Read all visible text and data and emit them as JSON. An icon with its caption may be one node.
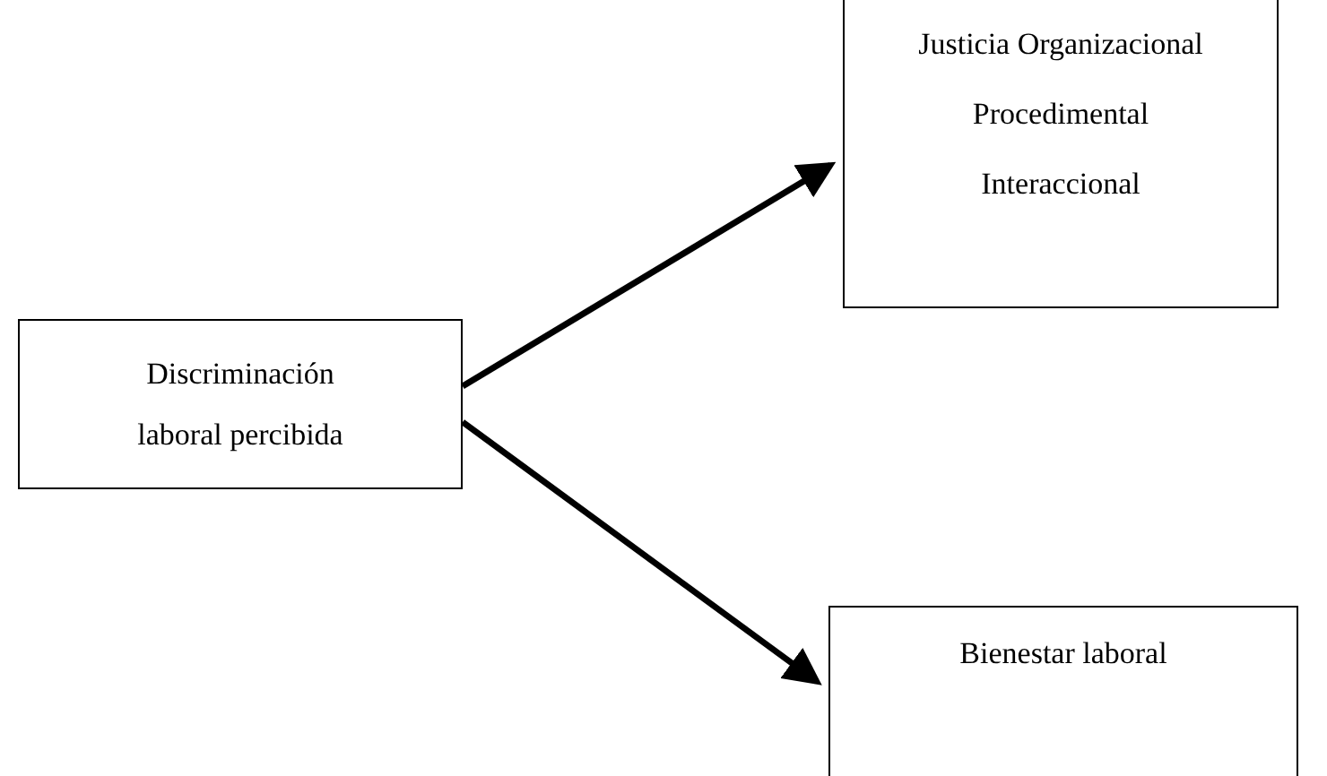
{
  "diagram": {
    "nodes": [
      {
        "text": [
          "Discriminación laboral percibida"
        ]
      },
      {
        "text": [
          "Justicia Organizacional",
          "Procedimental",
          "Interaccional"
        ]
      },
      {
        "text": [
          "Bienestar laboral"
        ]
      }
    ],
    "edges": [
      {
        "from": 0,
        "to": 1,
        "arrow": "to"
      },
      {
        "from": 0,
        "to": 2,
        "arrow": "to"
      }
    ]
  }
}
